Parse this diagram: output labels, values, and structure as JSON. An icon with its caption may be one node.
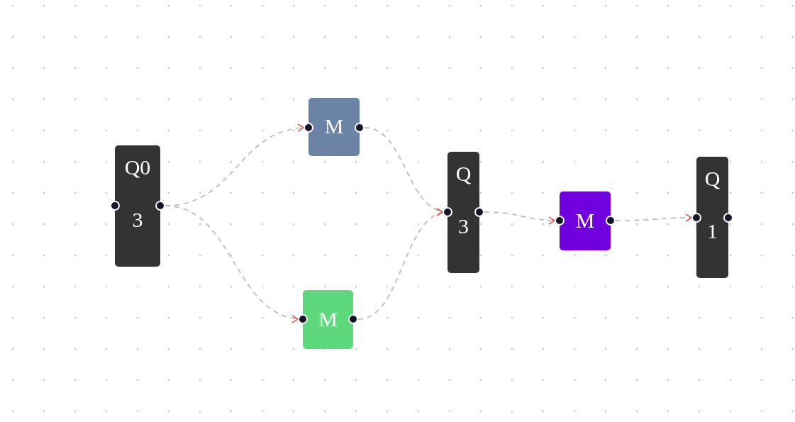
{
  "diagram": {
    "nodes": [
      {
        "text": [
          "Q0",
          "3"
        ]
      },
      {
        "text": [
          "M"
        ]
      },
      {
        "text": [
          "M"
        ]
      },
      {
        "text": [
          "Q",
          "3"
        ]
      },
      {
        "text": [
          "M"
        ]
      },
      {
        "text": [
          "Q",
          "1"
        ]
      }
    ],
    "edges": [
      {
        "from": 0,
        "to": 1,
        "arrow": "to",
        "style": "dashed"
      },
      {
        "from": 0,
        "to": 2,
        "arrow": "to",
        "style": "dashed"
      },
      {
        "from": 1,
        "to": 3,
        "arrow": "to",
        "style": "dashed"
      },
      {
        "from": 2,
        "to": 3,
        "arrow": "to",
        "style": "dashed"
      },
      {
        "from": 3,
        "to": 4,
        "arrow": "to",
        "style": "dashed"
      },
      {
        "from": 4,
        "to": 5,
        "arrow": "to",
        "style": "dashed"
      }
    ]
  }
}
